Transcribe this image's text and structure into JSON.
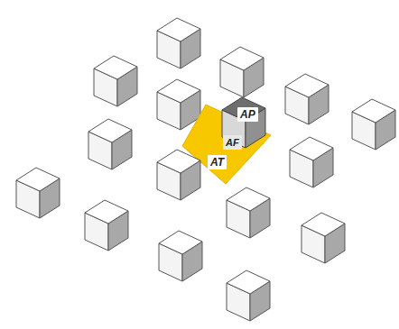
{
  "diagram": {
    "labels": [
      "AP",
      "AF",
      "AT"
    ]
  }
}
